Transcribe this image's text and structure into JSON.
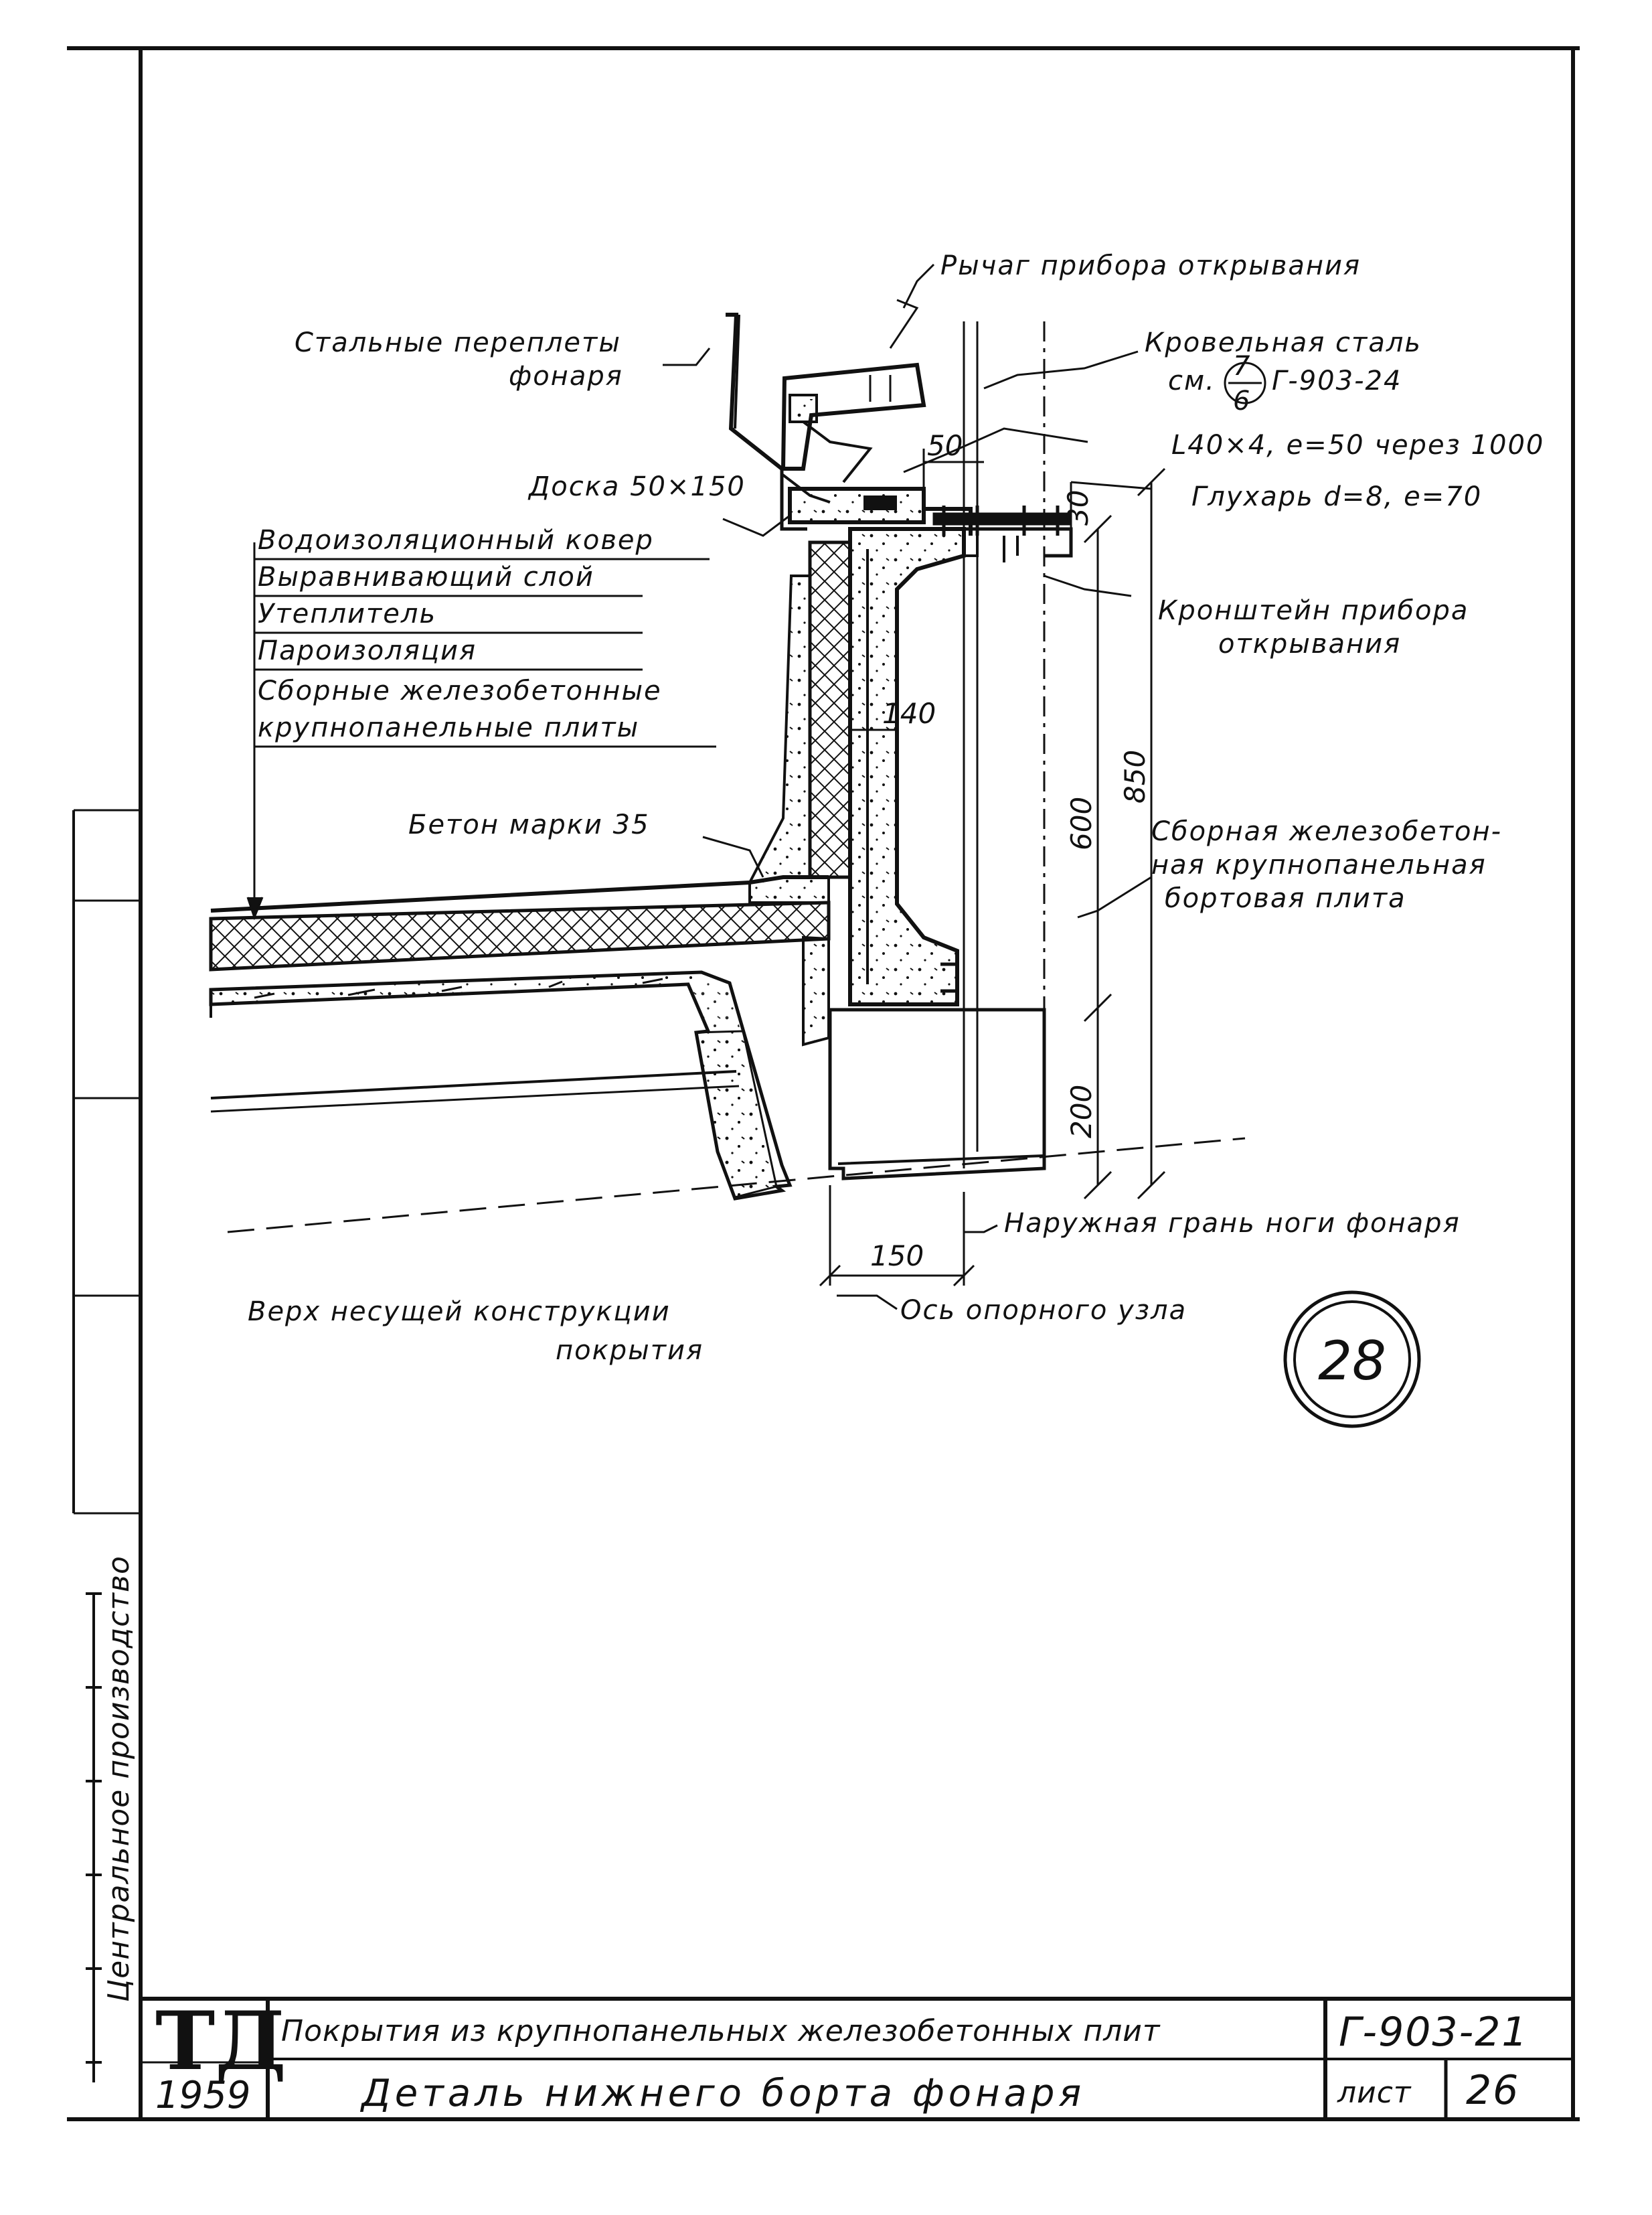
{
  "labels": {
    "lever": "Рычаг прибора открывания",
    "steel_frames_1": "Стальные переплеты",
    "steel_frames_2": "фонаря",
    "roof_steel_1": "Кровельная сталь",
    "roof_steel_ref_prefix": "см.",
    "roof_steel_ref_num": "7",
    "roof_steel_ref_den": "6",
    "roof_steel_ref_code": "Г-903-24",
    "angle": "L40×4, e=50 через 1000",
    "board": "Доска 50×150",
    "blind_rivet": "Глухарь d=8, e=70",
    "bracket_1": "Кронштейн прибора",
    "bracket_2": "открывания",
    "concrete": "Бетон марки 35",
    "panel_1": "Сборная железобетон-",
    "panel_2": "ная крупнопанельная",
    "panel_3": "бортовая плита",
    "outer_face": "Наружная грань ноги фонаря",
    "top_structure_1": "Верх несущей конструкции",
    "top_structure_2": "покрытия",
    "support_axis": "Ось опорного узла"
  },
  "layers": [
    "Водоизоляционный ковер",
    "Выравнивающий слой",
    "Утеплитель",
    "Пароизоляция",
    "Сборные железобетонные",
    "крупнопанельные плиты"
  ],
  "dimensions": {
    "d50": "50",
    "d30": "30",
    "d140": "140",
    "d600": "600",
    "d850": "850",
    "d200": "200",
    "d150": "150"
  },
  "detail_number": "28",
  "title_block": {
    "logo": "ТД",
    "year": "1959",
    "subject": "Покрытия из крупнопанельных железобетонных плит",
    "title": "Деталь нижнего борта фонаря",
    "code": "Г-903-21",
    "sheet_label": "лист",
    "sheet_number": "26"
  },
  "side_stamp": "Центральное производство"
}
